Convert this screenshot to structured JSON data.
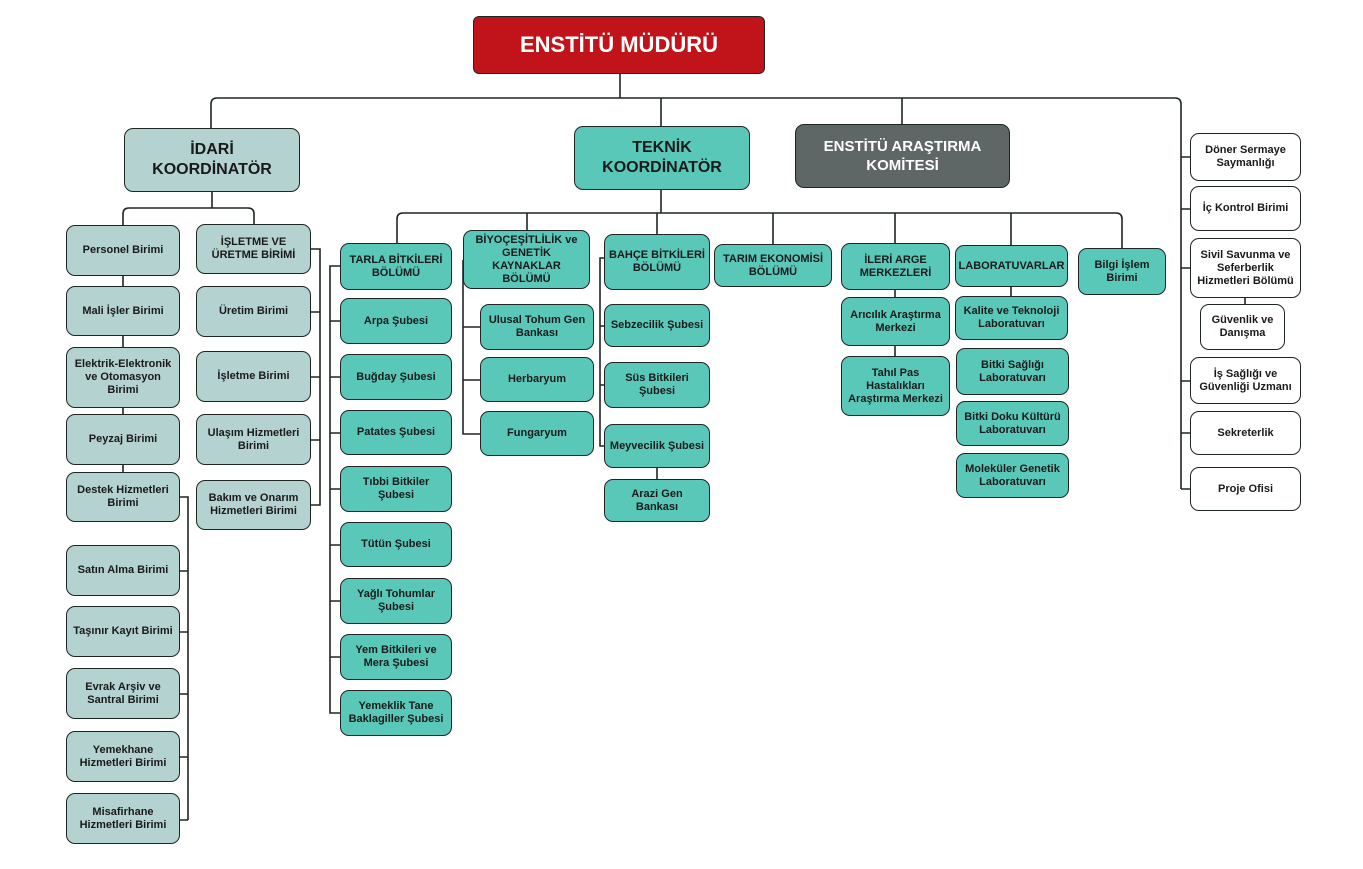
{
  "director": "ENSTİTÜ MÜDÜRÜ",
  "idari": {
    "title": "İDARİ\nKOORDİNATÖR",
    "units": [
      "Personel Birimi",
      "Mali İşler Birimi",
      "Elektrik-Elektronik\nve Otomasyon\nBirimi",
      "Peyzaj Birimi",
      "Destek Hizmetleri\nBirimi"
    ],
    "support_units": [
      "Satın Alma Birimi",
      "Taşınır Kayıt Birimi",
      "Evrak Arşiv ve\nSantral Birimi",
      "Yemekhane\nHizmetleri Birimi",
      "Misafirhane\nHizmetleri Birimi"
    ],
    "operations": [
      "İŞLETME VE\nÜRETME BİRİMİ",
      "Üretim Birimi",
      "İşletme Birimi",
      "Ulaşım Hizmetleri\nBirimi",
      "Bakım ve Onarım\nHizmetleri Birimi"
    ]
  },
  "teknik": {
    "title": "TEKNİK\nKOORDİNATÖR",
    "tarla": [
      "TARLA BİTKİLERİ\nBÖLÜMÜ",
      "Arpa Şubesi",
      "Buğday Şubesi",
      "Patates Şubesi",
      "Tıbbi Bitkiler\nŞubesi",
      "Tütün Şubesi",
      "Yağlı Tohumlar\nŞubesi",
      "Yem Bitkileri ve\nMera Şubesi",
      "Yemeklik Tane\nBaklagiller Şubesi"
    ],
    "biyo": [
      "BİYOÇEŞİTLİLİK ve\nGENETİK KAYNAKLAR\nBÖLÜMÜ",
      "Ulusal Tohum Gen\nBankası",
      "Herbaryum",
      "Fungaryum"
    ],
    "bahce": [
      "BAHÇE BİTKİLERİ\nBÖLÜMÜ",
      "Sebzecilik Şubesi",
      "Süs Bitkileri\nŞubesi",
      "Meyvecilik Şubesi",
      "Arazi Gen Bankası"
    ],
    "ekonomi": "TARIM EKONOMİSİ\nBÖLÜMÜ",
    "arge": [
      "İLERİ ARGE\nMERKEZLERİ",
      "Arıcılık Araştırma\nMerkezi",
      "Tahıl Pas\nHastalıkları\nAraştırma Merkezi"
    ],
    "lab": [
      "LABORATUVARLAR",
      "Kalite ve Teknoloji\nLaboratuvarı",
      "Bitki Sağlığı\nLaboratuvarı",
      "Bitki Doku Kültürü\nLaboratuvarı",
      "Moleküler Genetik\nLaboratuvarı"
    ],
    "bilgi": "Bilgi İşlem\nBirimi"
  },
  "komite": "ENSTİTÜ ARAŞTIRMA\nKOMİTESİ",
  "staff": [
    "Döner Sermaye\nSaymanlığı",
    "İç Kontrol Birimi",
    "Sivil Savunma ve\nSeferberlik\nHizmetleri Bölümü",
    "Güvenlik ve\nDanışma",
    "İş Sağlığı ve\nGüvenliği Uzmanı",
    "Sekreterlik",
    "Proje Ofisi"
  ],
  "colors": {
    "director": "#c0141a",
    "idari": "#b4d2cf",
    "teknik": "#5ac8b9",
    "komite": "#5e6765",
    "staff": "#ffffff",
    "line": "#1e2624"
  }
}
